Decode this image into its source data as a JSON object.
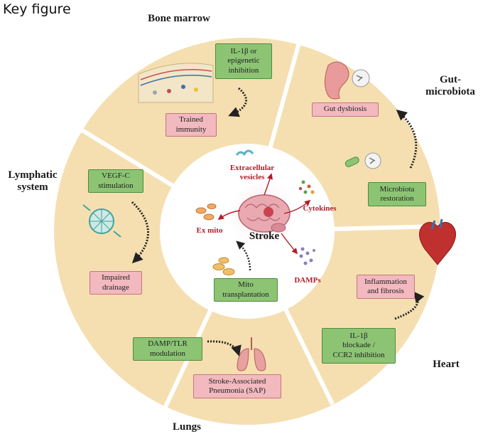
{
  "header": {
    "title": "Key figure"
  },
  "sections": {
    "bone_marrow": {
      "title": "Bone marrow",
      "green": "IL-1β or\nepigenetic\ninhibition",
      "pink": "Trained\nimmunity"
    },
    "gut": {
      "title": "Gut-\nmicrobiota",
      "pink": "Gut dysbiosis",
      "green": "Microbiota\nrestoration"
    },
    "heart": {
      "title": "Heart",
      "pink": "Inflammation\nand fibrosis",
      "green": "IL-1β\nblockade /\nCCR2 inhibition"
    },
    "lungs": {
      "title": "Lungs",
      "green": "DAMP/TLR\nmodulation",
      "pink": "Stroke-Associated\nPneumonia (SAP)"
    },
    "lymphatic": {
      "title": "Lymphatic\nsystem",
      "green": "VEGF-C\nstimulation",
      "pink": "Impaired\ndrainage"
    }
  },
  "center": {
    "stroke": "Stroke",
    "extracellular_vesicles": "Extracellular\nvesicles",
    "cytokines": "Cytokines",
    "damps": "DAMPs",
    "ex_mito": "Ex mito",
    "mito_box": "Mito\ntransplantation"
  },
  "colors": {
    "ring": "#f5dfb1",
    "green_box": "#8cc474",
    "pink_box": "#f2b9bf",
    "center_text": "#b31c2a"
  }
}
